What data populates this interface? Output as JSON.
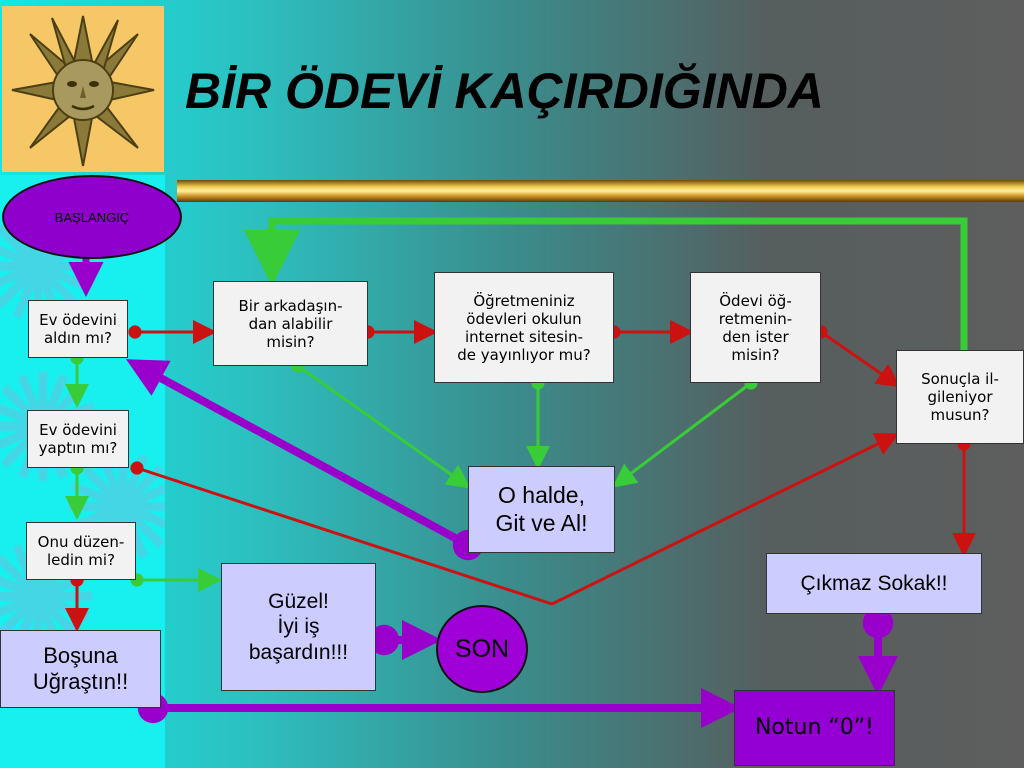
{
  "title": "BİR ÖDEVİ KAÇIRDIĞINDA",
  "logo": {
    "icon": "sun-face-icon"
  },
  "colors": {
    "green_arrow": "#38cc38",
    "red_arrow": "#cc1111",
    "purple_arrow": "#9900cc",
    "logo_bg": "#f6c766",
    "node_fill": "#f2f2f2",
    "lavender_fill": "#ccccff"
  },
  "nodes": {
    "start": "BAŞLANGIÇ",
    "q1": "Ev ödevini\naldın mı?",
    "q2": "Ev ödevini\nyaptın mı?",
    "q3": "Onu düzen-\nledin mi?",
    "friend": "Bir arkadaşın-\ndan alabilir\nmisin?",
    "website": "Öğretmeniniz\nödevleri okulun\ninternet sitesin-\nde yayınlıyor mu?",
    "ask_teacher": "Ödevi öğ-\nretmenin-\nden ister\nmisin?",
    "care": "Sonuçla il-\ngileniyor\nmusun?",
    "go_get": "O halde,\nGit ve Al!",
    "good": "Güzel!\nİyi iş\nbaşardın!!!",
    "son": "SON",
    "dead_end": "Çıkmaz Sokak!!",
    "waste": "Boşuna\nUğraştın!!",
    "zero": "Notun “0”!"
  }
}
